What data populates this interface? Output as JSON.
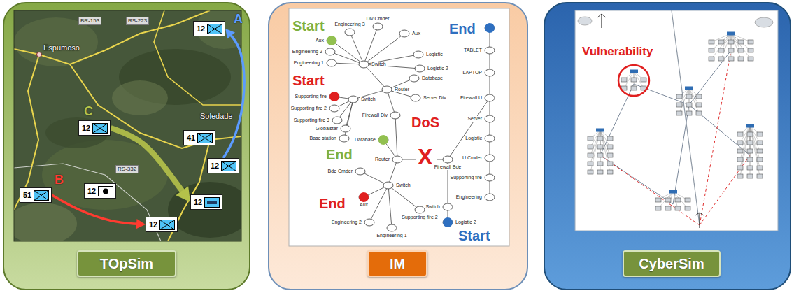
{
  "diagram": {
    "nodes": [
      {
        "text": [
          "12"
        ]
      },
      {
        "text": [
          "12"
        ]
      },
      {
        "text": [
          "41"
        ]
      },
      {
        "text": [
          "12"
        ]
      },
      {
        "text": [
          "12"
        ]
      },
      {
        "text": [
          "51"
        ]
      },
      {
        "text": [
          "12"
        ]
      },
      {
        "text": [
          "12"
        ]
      },
      {
        "text": [
          "TOpSim"
        ]
      },
      {
        "text": [
          "IM"
        ]
      },
      {
        "text": [
          "CyberSim"
        ]
      }
    ],
    "edges": [
      {
        "from": 3,
        "to": 0,
        "arrow": "to",
        "label": "A"
      },
      {
        "from": 5,
        "to": 7,
        "arrow": "to",
        "label": "B"
      },
      {
        "from": 1,
        "to": 4,
        "arrow": "to",
        "label": "C"
      }
    ],
    "labels": [
      "BR-153",
      "RS-223",
      "Espumoso",
      "Soledade",
      "RS-332",
      "Start",
      "End",
      "Start",
      "DoS",
      "End",
      "X",
      "End",
      "Start",
      "Router",
      "Switch",
      "Engineering 3",
      "Div Cmder",
      "Aux",
      "Aux",
      "Engineering 2",
      "Engineering 1",
      "Logistic",
      "Logistic 2",
      "Switch",
      "Supporting fire",
      "Supporting fire 2",
      "Supporting fire 3",
      "Globalstar",
      "Base station",
      "Database",
      "Server Div",
      "Firewall Div",
      "Database",
      "Router",
      "Firewall Bde",
      "Switch",
      "Bde Cmder",
      "Aux",
      "Engineering 2",
      "Engineering 1",
      "Supporting fire 2",
      "TABLET",
      "LAPTOP",
      "Firewall U",
      "Server",
      "Logistic",
      "U Cmder",
      "Supporting fire",
      "Engineering",
      "Switch",
      "Logistic 2",
      "Vulnerability"
    ]
  }
}
